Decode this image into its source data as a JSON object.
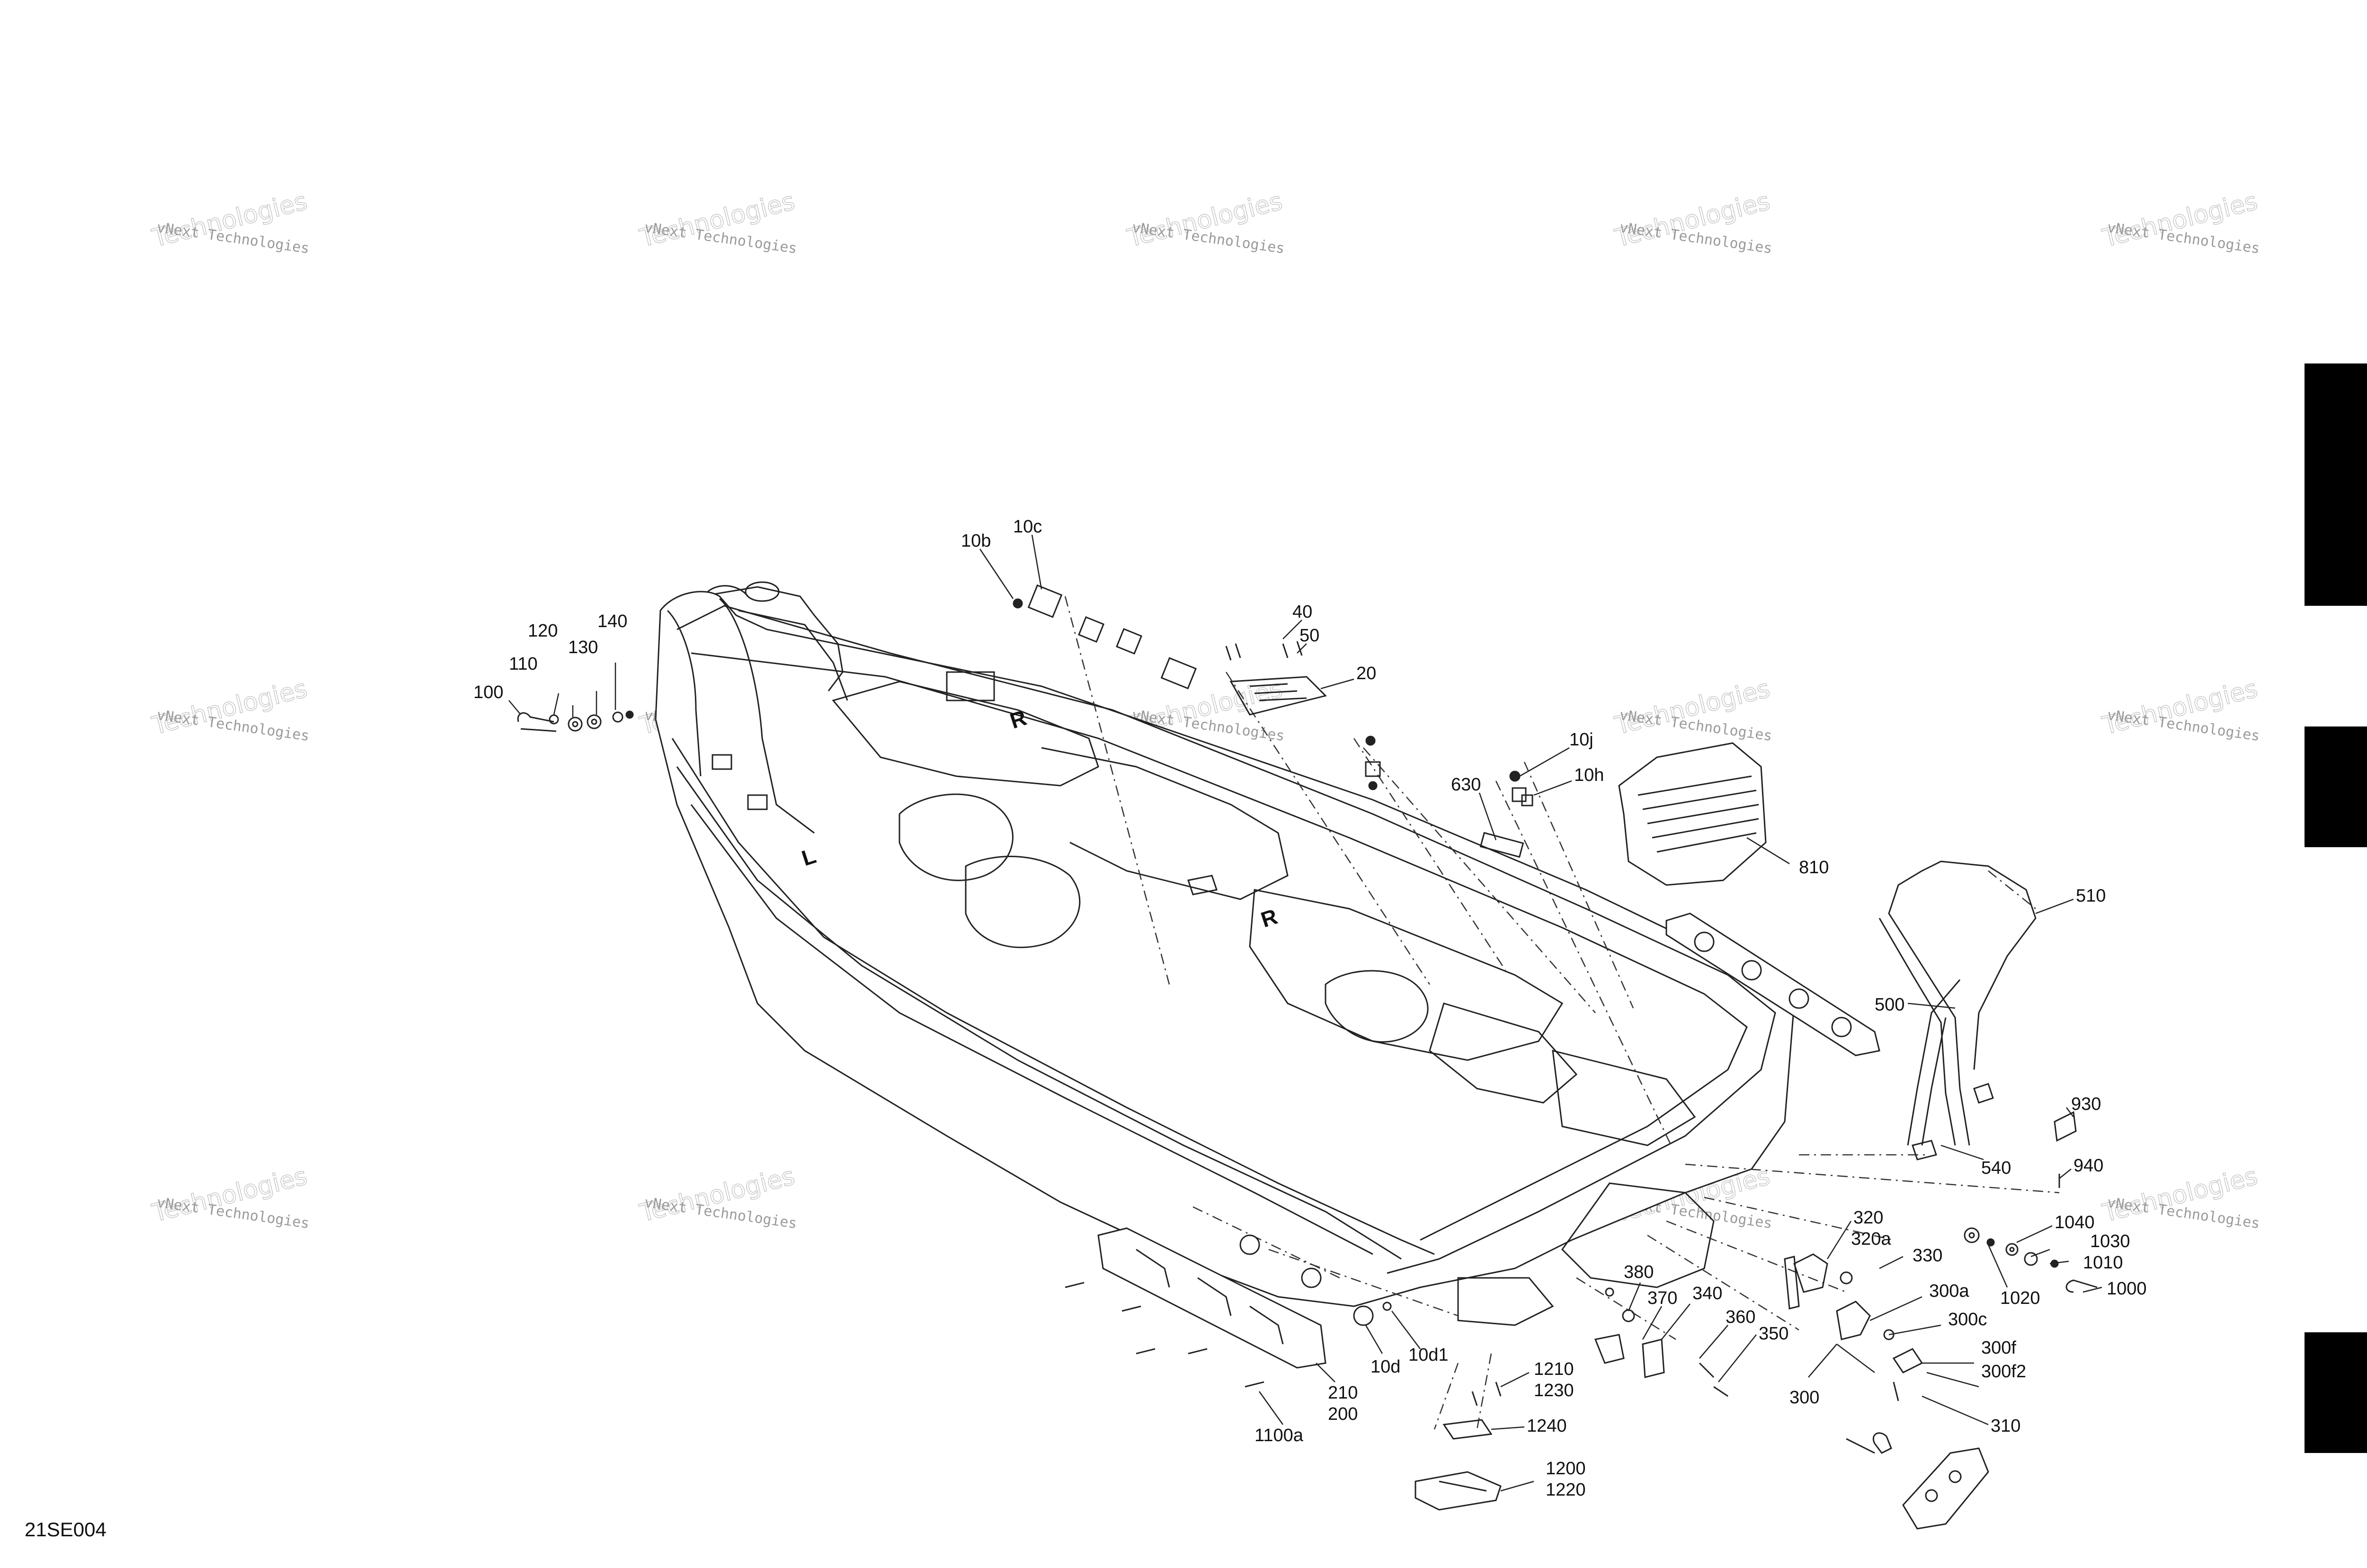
{
  "diagram": {
    "code": "21SE004",
    "watermark": {
      "line1": "vNext Technologies",
      "line2": "Technologies"
    },
    "callouts": [
      {
        "key": "c10b",
        "text": "10b"
      },
      {
        "key": "c10c",
        "text": "10c"
      },
      {
        "key": "c40",
        "text": "40"
      },
      {
        "key": "c50",
        "text": "50"
      },
      {
        "key": "c20",
        "text": "20"
      },
      {
        "key": "c140",
        "text": "140"
      },
      {
        "key": "c120",
        "text": "120"
      },
      {
        "key": "c130",
        "text": "130"
      },
      {
        "key": "c110",
        "text": "110"
      },
      {
        "key": "c100",
        "text": "100"
      },
      {
        "key": "c10j",
        "text": "10j"
      },
      {
        "key": "c630",
        "text": "630"
      },
      {
        "key": "c10h",
        "text": "10h"
      },
      {
        "key": "c810",
        "text": "810"
      },
      {
        "key": "c510",
        "text": "510"
      },
      {
        "key": "c500",
        "text": "500"
      },
      {
        "key": "c540",
        "text": "540"
      },
      {
        "key": "c930",
        "text": "930"
      },
      {
        "key": "c940",
        "text": "940"
      },
      {
        "key": "c1040",
        "text": "1040"
      },
      {
        "key": "c1030",
        "text": "1030"
      },
      {
        "key": "c1010",
        "text": "1010"
      },
      {
        "key": "c1020",
        "text": "1020"
      },
      {
        "key": "c1000",
        "text": "1000"
      },
      {
        "key": "c320",
        "text": "320"
      },
      {
        "key": "c320a",
        "text": "320a"
      },
      {
        "key": "c330",
        "text": "330"
      },
      {
        "key": "c300a",
        "text": "300a"
      },
      {
        "key": "c300c",
        "text": "300c"
      },
      {
        "key": "c300f",
        "text": "300f"
      },
      {
        "key": "c300f2",
        "text": "300f2"
      },
      {
        "key": "c300",
        "text": "300"
      },
      {
        "key": "c310",
        "text": "310"
      },
      {
        "key": "c380",
        "text": "380"
      },
      {
        "key": "c370",
        "text": "370"
      },
      {
        "key": "c340",
        "text": "340"
      },
      {
        "key": "c360",
        "text": "360"
      },
      {
        "key": "c350",
        "text": "350"
      },
      {
        "key": "c1210",
        "text": "1210"
      },
      {
        "key": "c1230",
        "text": "1230"
      },
      {
        "key": "c1240",
        "text": "1240"
      },
      {
        "key": "c1200",
        "text": "1200"
      },
      {
        "key": "c1220",
        "text": "1220"
      },
      {
        "key": "c10d",
        "text": "10d"
      },
      {
        "key": "c10d1",
        "text": "10d1"
      },
      {
        "key": "c210",
        "text": "210"
      },
      {
        "key": "c200",
        "text": "200"
      },
      {
        "key": "c1100a",
        "text": "1100a"
      }
    ],
    "hull_marks": {
      "right_a": "R",
      "right_b": "R",
      "left": "L"
    }
  }
}
